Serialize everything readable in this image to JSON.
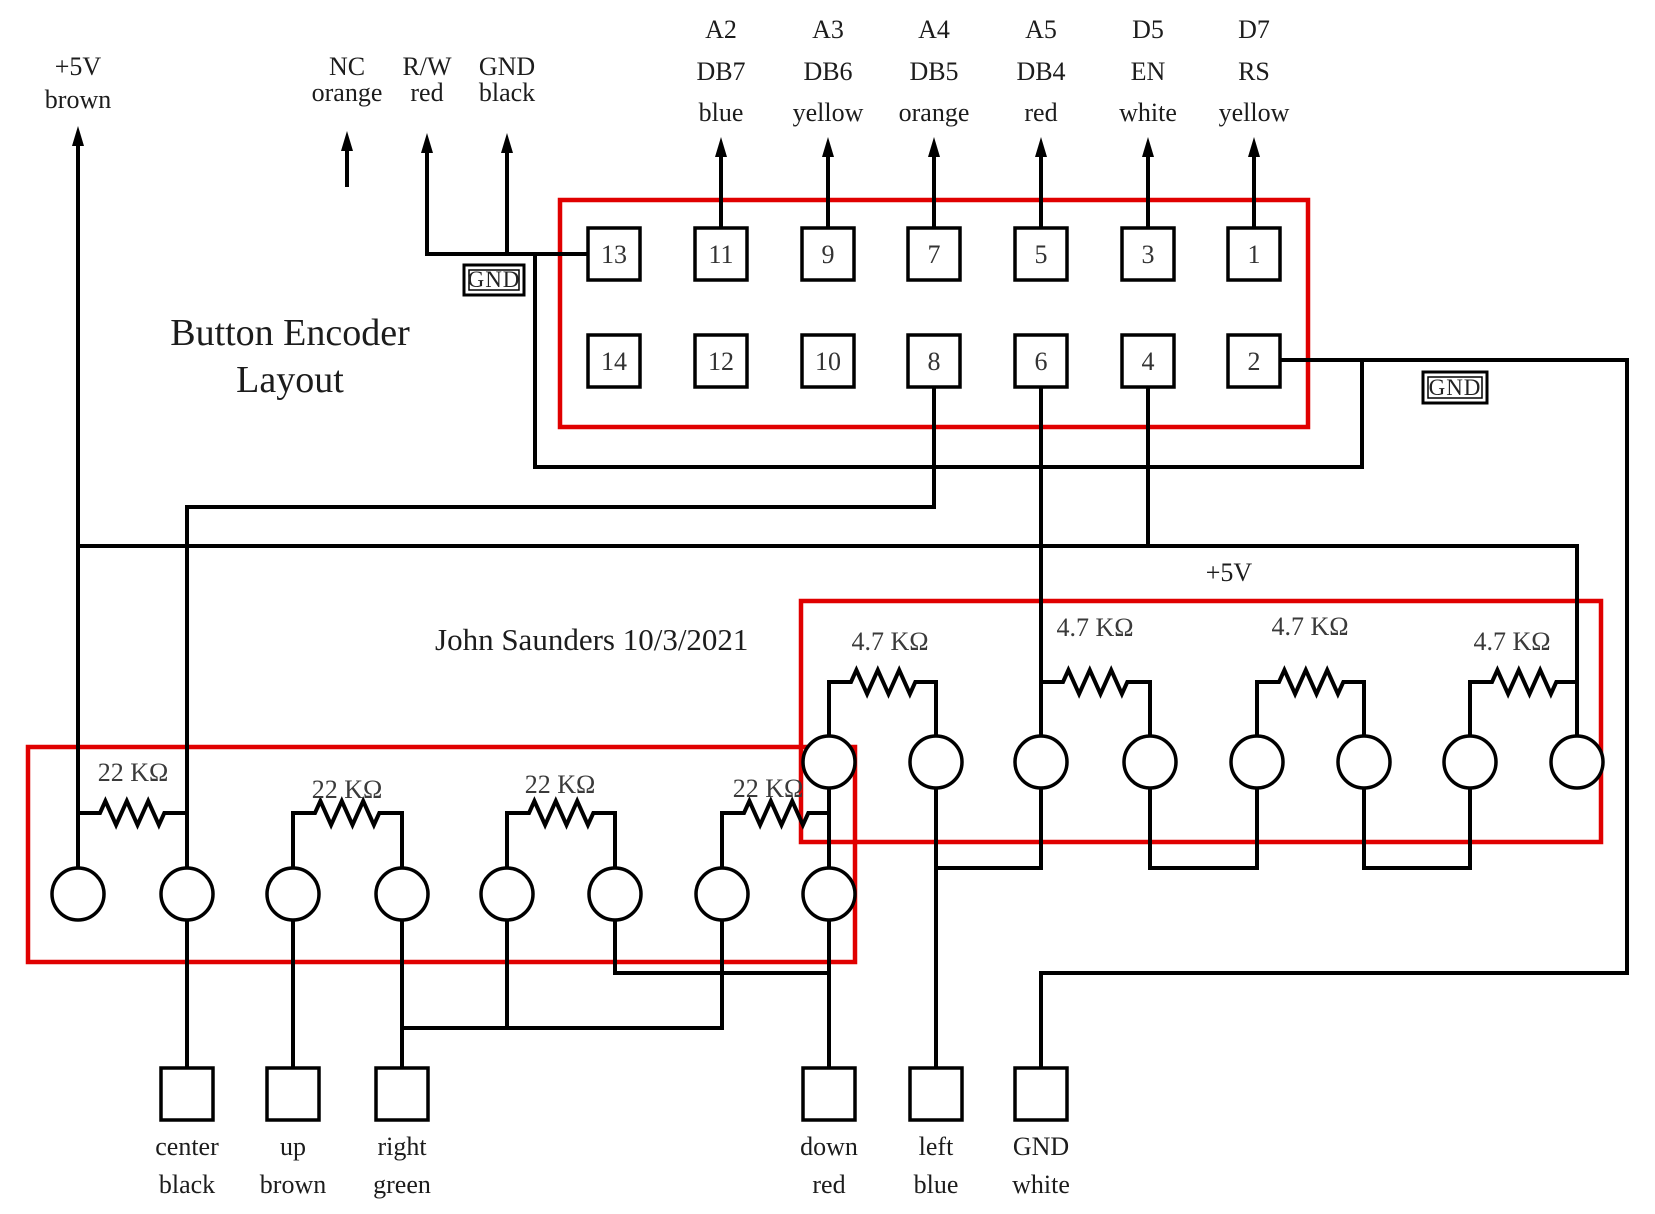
{
  "diagram": {
    "title_line1": "Button Encoder",
    "title_line2": "Layout",
    "author": "John Saunders 10/3/2021",
    "colors": {
      "wire": "#000000",
      "highlight": "#e00000"
    },
    "power_in": {
      "label": "+5V",
      "wire_color": "brown"
    },
    "bus_label": "+5V",
    "top_left_signals": [
      {
        "name": "NC",
        "wire_color": "orange"
      },
      {
        "name": "R/W",
        "wire_color": "red"
      },
      {
        "name": "GND",
        "wire_color": "black"
      }
    ],
    "lcd_signals": [
      {
        "pin": "A2",
        "signal": "DB7",
        "wire_color": "blue"
      },
      {
        "pin": "A3",
        "signal": "DB6",
        "wire_color": "yellow"
      },
      {
        "pin": "A4",
        "signal": "DB5",
        "wire_color": "orange"
      },
      {
        "pin": "A5",
        "signal": "DB4",
        "wire_color": "red"
      },
      {
        "pin": "D5",
        "signal": "EN",
        "wire_color": "white"
      },
      {
        "pin": "D7",
        "signal": "RS",
        "wire_color": "yellow"
      }
    ],
    "gnd_tags": [
      "GND",
      "GND"
    ],
    "header_pins": {
      "top_row": [
        "13",
        "11",
        "9",
        "7",
        "5",
        "3",
        "1"
      ],
      "bottom_row": [
        "14",
        "12",
        "10",
        "8",
        "6",
        "4",
        "2"
      ]
    },
    "pullup_resistors": [
      "4.7 KΩ",
      "4.7 KΩ",
      "4.7 KΩ",
      "4.7 KΩ"
    ],
    "matrix_resistors": [
      "22 KΩ",
      "22 KΩ",
      "22 KΩ",
      "22 KΩ"
    ],
    "buttons": [
      {
        "name": "center",
        "wire_color": "black"
      },
      {
        "name": "up",
        "wire_color": "brown"
      },
      {
        "name": "right",
        "wire_color": "green"
      },
      {
        "name": "down",
        "wire_color": "red"
      },
      {
        "name": "left",
        "wire_color": "blue"
      },
      {
        "name": "GND",
        "wire_color": "white"
      }
    ]
  }
}
